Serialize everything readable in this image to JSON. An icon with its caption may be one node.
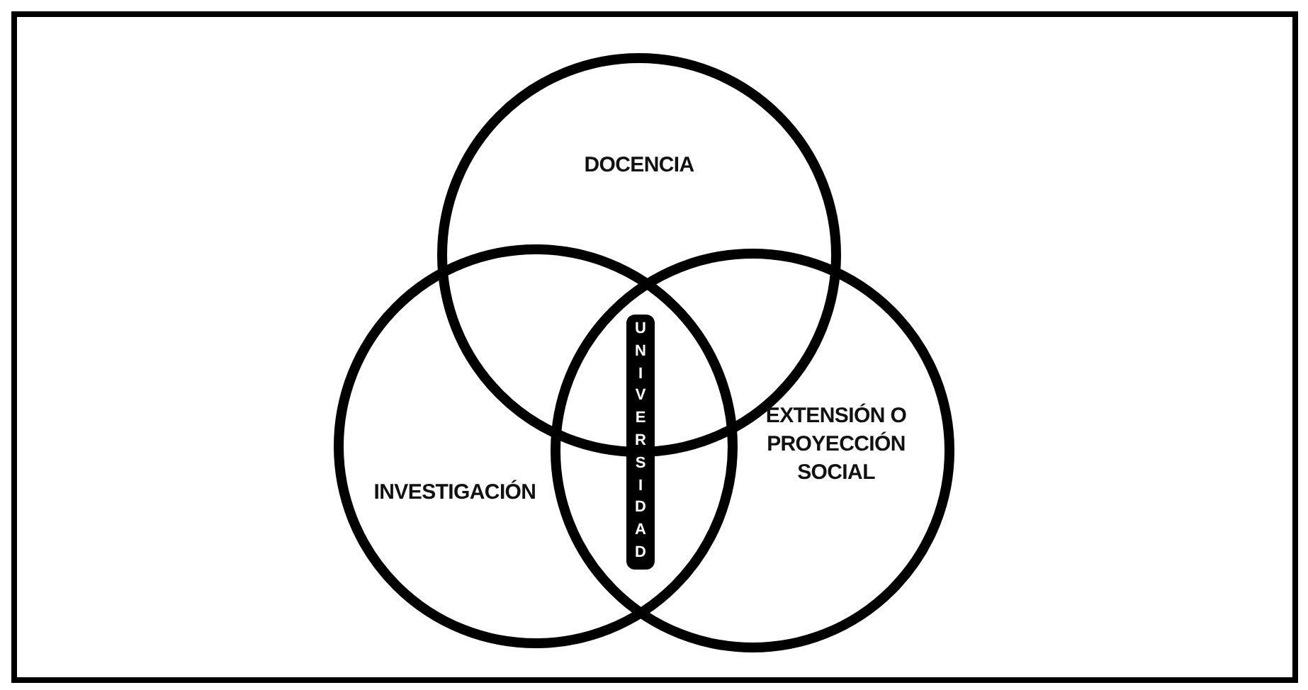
{
  "diagram": {
    "nodes": [
      {
        "text": [
          "DOCENCIA"
        ]
      },
      {
        "text": [
          "INVESTIGACIÓN"
        ]
      },
      {
        "text": [
          "EXTENSIÓN O PROYECCIÓN SOCIAL"
        ]
      },
      {
        "text": [
          "UNIVERSIDAD"
        ]
      }
    ]
  }
}
